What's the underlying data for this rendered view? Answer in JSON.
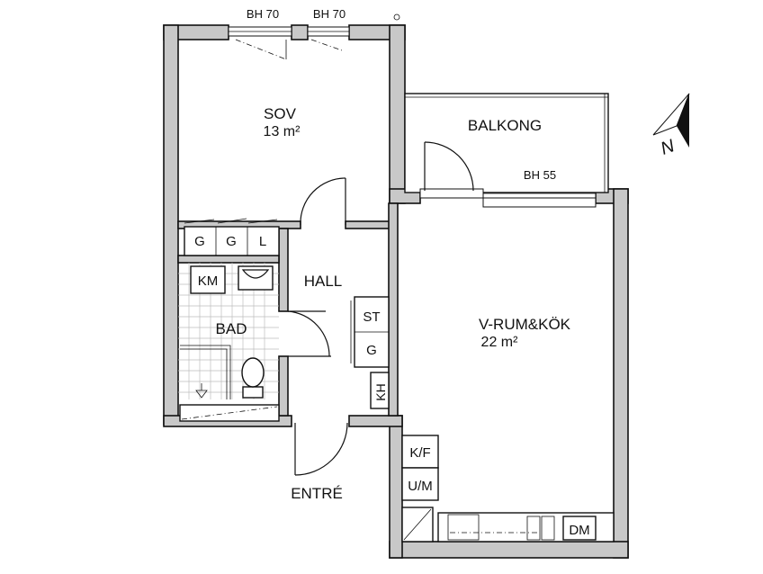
{
  "rooms": {
    "sov": {
      "name": "SOV",
      "area": "13 m²"
    },
    "balkong": {
      "name": "BALKONG"
    },
    "hall": {
      "name": "HALL"
    },
    "bad": {
      "name": "BAD"
    },
    "vardagsrum_kok": {
      "name": "V-RUM&KÖK",
      "area": "22 m²"
    },
    "entre": {
      "name": "ENTRÉ"
    }
  },
  "windows": {
    "bh70_left": "BH 70",
    "bh70_right": "BH 70",
    "bh55": "BH 55"
  },
  "fixtures": {
    "wardrobe_g1": "G",
    "wardrobe_g2": "G",
    "wardrobe_l": "L",
    "km": "KM",
    "st": "ST",
    "g_hall": "G",
    "kh": "KH",
    "kf": "K/F",
    "um": "U/M",
    "dm": "DM"
  },
  "north_arrow": {
    "label": "N"
  }
}
